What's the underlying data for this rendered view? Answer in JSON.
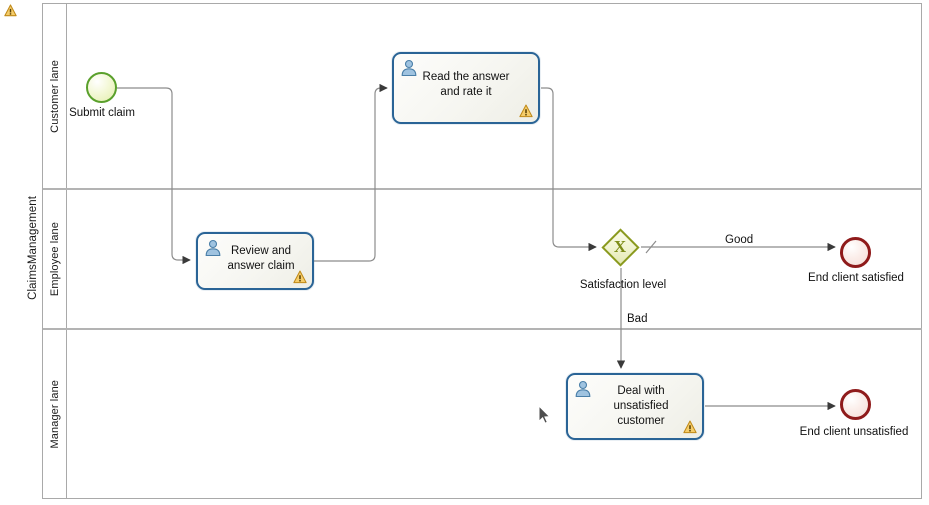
{
  "pool": {
    "name": "ClaimsManagement",
    "lanes": [
      {
        "id": "customer",
        "label": "Customer lane"
      },
      {
        "id": "employee",
        "label": "Employee lane"
      },
      {
        "id": "manager",
        "label": "Manager lane"
      }
    ]
  },
  "events": {
    "start_submit_claim": {
      "label": "Submit claim",
      "type": "start-event"
    },
    "end_client_satisfied": {
      "label": "End client satisfied",
      "type": "end-event"
    },
    "end_client_unsatisfied": {
      "label": "End client unsatisfied",
      "type": "end-event"
    }
  },
  "tasks": {
    "read_answer": {
      "label": "Read the answer\nand rate it",
      "type": "user-task",
      "lane": "customer",
      "has_warning": true
    },
    "review_claim": {
      "label": "Review and\nanswer claim",
      "type": "user-task",
      "lane": "employee",
      "has_warning": true
    },
    "deal_unsatisfied": {
      "label": "Deal with\nunsatisfied\ncustomer",
      "type": "user-task",
      "lane": "manager",
      "has_warning": true
    }
  },
  "gateway": {
    "satisfaction": {
      "label": "Satisfaction level",
      "type": "exclusive-gateway",
      "marker": "X"
    }
  },
  "flows": {
    "good": {
      "label": "Good"
    },
    "bad": {
      "label": "Bad"
    }
  },
  "icons": {
    "canvas_warning": "warning-icon",
    "user_task": "user-icon",
    "warning_badge": "warning-icon",
    "cursor": "mouse-pointer-icon"
  },
  "colors": {
    "task_border": "#2a6496",
    "start_event_border": "#5aa02c",
    "end_event_border": "#8f1b1b",
    "gateway_border": "#8a9a1e",
    "pool_border": "#a9a9a9",
    "connector": "#808080",
    "warning": "#f0a830"
  }
}
